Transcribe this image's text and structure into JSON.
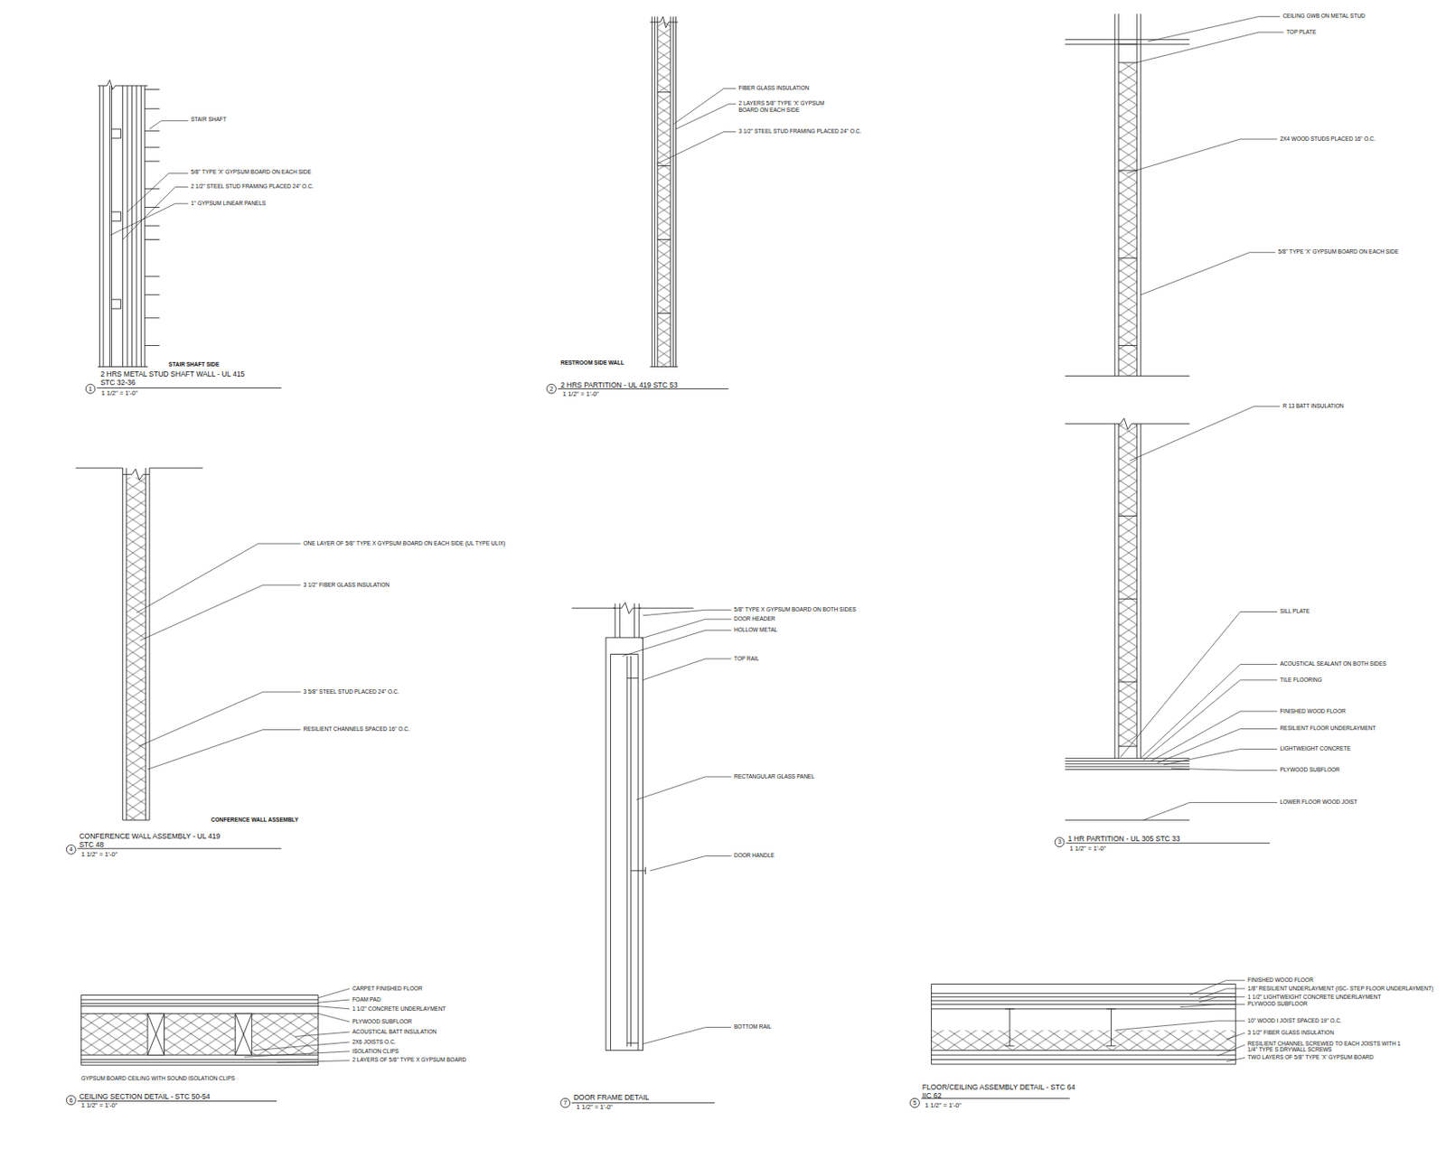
{
  "diagram": {
    "labels": [
      "STAIR SHAFT",
      "5/8\" TYPE 'X' GYPSUM BOARD ON EACH SIDE",
      "2 1/2\" STEEL STUD FRAMING PLACED 24\" O.C.",
      "1\" GYPSUM LINEAR PANELS",
      "STAIR SHAFT SIDE",
      "1",
      "2 HRS METAL STUD SHAFT WALL - UL 415 STC 32-36",
      "1 1/2\" = 1'-0\"",
      "FIBER GLASS INSULATION",
      "2 LAYERS 5/8\" TYPE 'X' GYPSUM BOARD ON EACH SIDE",
      "3 1/2\" STEEL STUD FRAMING PLACED 24\" O.C.",
      "RESTROOM SIDE WALL",
      "2",
      "2 HRS PARTITION - UL 419 STC 53",
      "1 1/2\" = 1'-0\"",
      "CEILING GWB ON METAL STUD",
      "TOP PLATE",
      "2X4 WOOD STUDS PLACED 16\" O.C.",
      "5/8\" TYPE 'X' GYPSUM BOARD ON EACH SIDE",
      "R 13 BATT INSULATION",
      "SILL PLATE",
      "ACOUSTICAL SEALANT ON BOTH SIDES",
      "TILE FLOORING",
      "FINISHED WOOD FLOOR",
      "RESILIENT FLOOR UNDERLAYMENT",
      "LIGHTWEIGHT CONCRETE",
      "PLYWOOD SUBFLOOR",
      "LOWER FLOOR WOOD JOIST",
      "3",
      "1 HR PARTITION - UL 305 STC 33",
      "1 1/2\" = 1'-0\"",
      "ONE LAYER OF 5/8\" TYPE X GYPSUM BOARD ON EACH SIDE (UL TYPE ULIX)",
      "3 1/2\" FIBER GLASS INSULATION",
      "3 5/8\" STEEL STUD PLACED 24\" O.C.",
      "RESILIENT CHANNELS SPACED 16\" O.C.",
      "CONFERENCE WALL ASSEMBLY",
      "4",
      "CONFERENCE WALL ASSEMBLY - UL 419 STC 48",
      "1 1/2\" = 1'-0\"",
      "5/8\" TYPE X GYPSUM BOARD ON BOTH SIDES",
      "DOOR HEADER",
      "HOLLOW METAL",
      "TOP RAIL",
      "RECTANGULAR GLASS PANEL",
      "DOOR HANDLE",
      "BOTTOM RAIL",
      "7",
      "DOOR FRAME DETAIL",
      "1 1/2\" = 1'-0\"",
      "CARPET FINISHED FLOOR",
      "FOAM PAD",
      "1 1/2\" CONCRETE UNDERLAYMENT",
      "PLYWOOD SUBFLOOR",
      "ACOUSTICAL BATT INSULATION",
      "2X6 JOISTS O.C.",
      "ISOLATION CLIPS",
      "2 LAYERS OF 5/8\" TYPE X GYPSUM BOARD",
      "GYPSUM BOARD CEILING WITH SOUND ISOLATION CLIPS",
      "6",
      "CEILING SECTION DETAIL - STC 50-54",
      "1 1/2\" = 1'-0\"",
      "FINISHED WOOD FLOOR",
      "1/8\" RESILIENT UNDERLAYMENT (ISC- STEP FLOOR UNDERLAYMENT)",
      "1 1/2\" LIGHTWEIGHT CONCRETE UNDERLAYMENT",
      "PLYWOOD SUBFLOOR",
      "10\" WOOD I JOIST SPACED 19\" O.C.",
      "3 1/2\" FIBER GLASS INSULATION",
      "RESILIENT CHANNEL SCREWED TO EACH JOISTS WITH 1 1/4\" TYPE S DRYWALL SCREWS",
      "TWO LAYERS OF 5/8\" TYPE 'X' GYPSUM BOARD",
      "5",
      "FLOOR/CEILING ASSEMBLY DETAIL - STC 64 IIC 62",
      "1 1/2\" = 1'-0\""
    ]
  }
}
